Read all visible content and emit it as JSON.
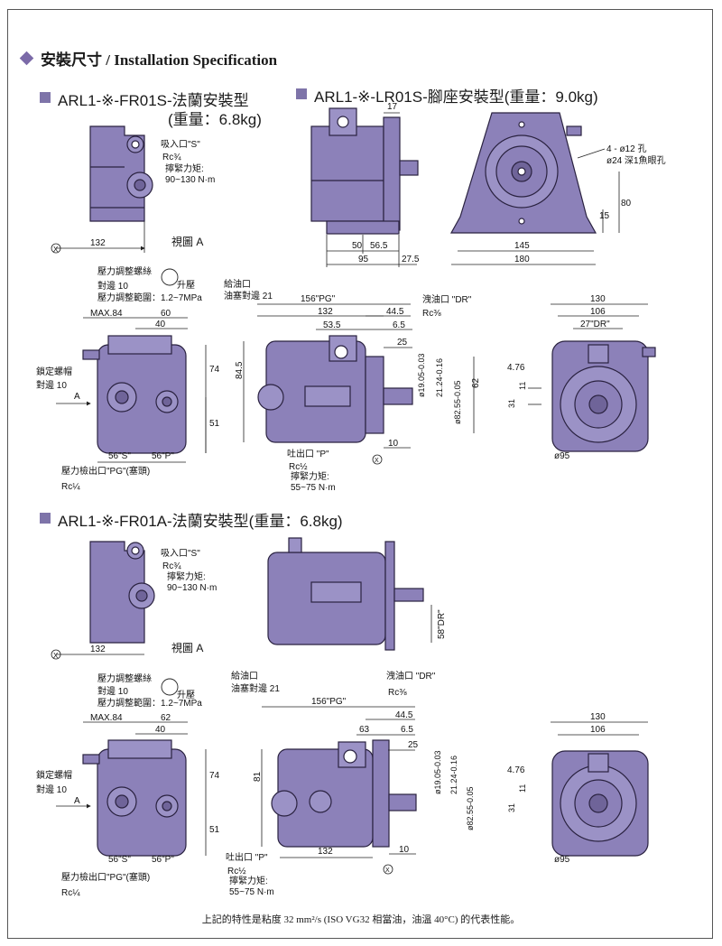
{
  "header": "安裝尺寸 / Installation Specification",
  "section1": {
    "title": "ARL1-※-FR01S-法蘭安裝型",
    "weight": "(重量：6.8kg)"
  },
  "section2": {
    "title": "ARL1-※-LR01S-腳座安裝型(重量：9.0kg)"
  },
  "section3": {
    "title": "ARL1-※-FR01A-法蘭安裝型(重量：6.8kg)"
  },
  "labels": {
    "suction_port": "吸入口\"S\"",
    "rc34": "Rc¾",
    "torque_label": "擰緊力矩:",
    "torque_90_130": "90~130 N·m",
    "view_a": "視圖 A",
    "dim132": "132",
    "x_mark": "X",
    "pressure_screw": "壓力調整螺絲",
    "across10": "對邊 10",
    "pressure_range": "壓力調整範圍：1.2~7MPa",
    "raise": "升壓",
    "max84": "MAX.84",
    "d60": "60",
    "d62": "62",
    "d40": "40",
    "d74": "74",
    "d51": "51",
    "port_s56": "56\"S\"",
    "port_p56": "56\"P\"",
    "lock_nut": "鎖定螺帽",
    "a_mark": "A",
    "pg_port": "壓力檢出口\"PG\"(塞頭)",
    "rc14": "Rc¼",
    "fill_port": "給油口",
    "plug21": "油塞對邊 21",
    "pg156": "156\"PG\"",
    "drain": "洩油口 \"DR\"",
    "rc38": "Rc⅜",
    "d44_5": "44.5",
    "d53_5": "53.5",
    "d6_5": "6.5",
    "d25": "25",
    "d63": "63",
    "d84_5": "84.5",
    "d81": "81",
    "d62b": "62",
    "d10": "10",
    "shaft19": "ø19.05-0.03",
    "key21": "21.24-0.16",
    "pilot82": "ø82.55-0.05",
    "outlet": "吐出口 \"P\"",
    "rc12": "Rc½",
    "torque_55_75": "55~75 N·m",
    "d130": "130",
    "d106": "106",
    "dr27": "27\"DR\"",
    "d4_76": "4.76",
    "d11": "11",
    "d31": "31",
    "d95": "ø95",
    "d17": "17",
    "d50": "50",
    "d56_5": "56.5",
    "d95b": "95",
    "d27_5": "27.5",
    "holes": "4 - ø12 孔",
    "cbore": "ø24 深1魚眼孔",
    "d15": "15",
    "d80": "80",
    "d145": "145",
    "d180": "180",
    "dr58": "58\"DR\""
  },
  "footer": "上記的特性是粘度 32 mm²/s (ISO VG32 相當油，油溫 40°C) 的代表性能。",
  "colors": {
    "pump_fill": "#8c81b9",
    "pump_stroke": "#2a2240",
    "accent": "#7b6aa8"
  }
}
